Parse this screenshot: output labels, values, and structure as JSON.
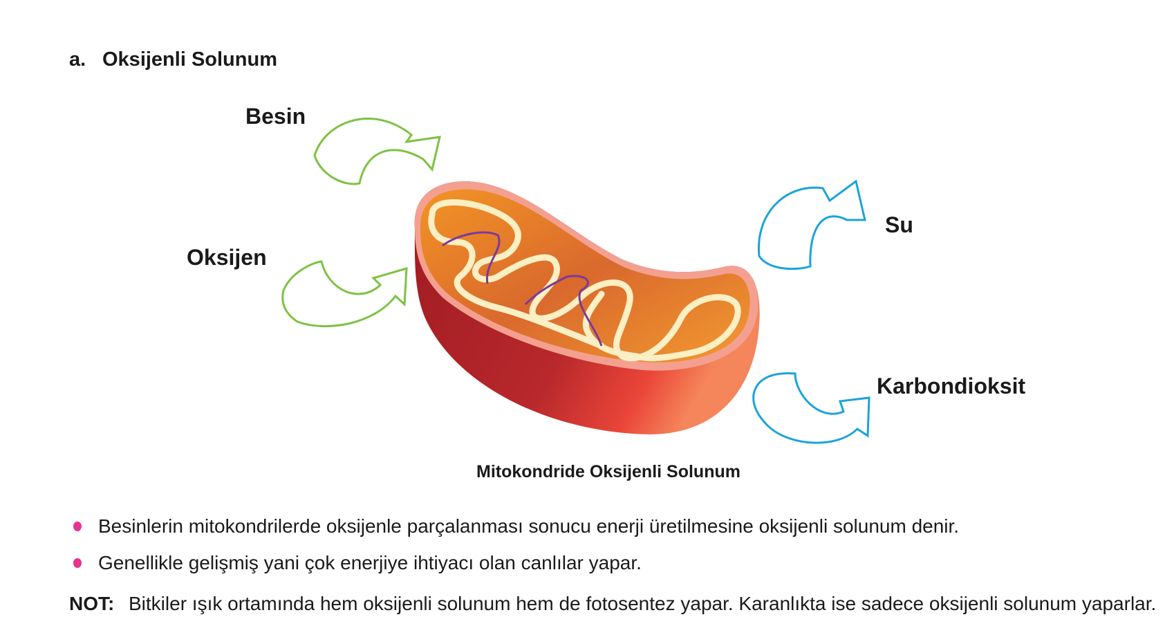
{
  "section": {
    "letter": "a.",
    "title": "Oksijenli Solunum"
  },
  "diagram": {
    "inputs": [
      "Besin",
      "Oksijen"
    ],
    "outputs": [
      "Su",
      "Karbondioksit"
    ],
    "caption": "Mitokondride Oksijenli Solunum",
    "colors": {
      "input_arrow": "#7dc242",
      "output_arrow": "#1aa3dc",
      "outer_membrane": "#b3232b",
      "matrix": "#f0922a",
      "cristae": "#fdefc4"
    }
  },
  "bullets": [
    "Besinlerin mitokondrilerde oksijenle parçalanması sonucu enerji üretilmesine oksijenli solunum denir.",
    "Genellikle gelişmiş yani çok enerjiye ihtiyacı olan canlılar yapar."
  ],
  "note": {
    "label": "NOT:",
    "text": "Bitkiler ışık ortamında hem oksijenli solunum hem de fotosentez yapar. Karanlıkta ise sadece oksijenli solunum yaparlar.",
    "bullet_color": "#e8338f"
  }
}
